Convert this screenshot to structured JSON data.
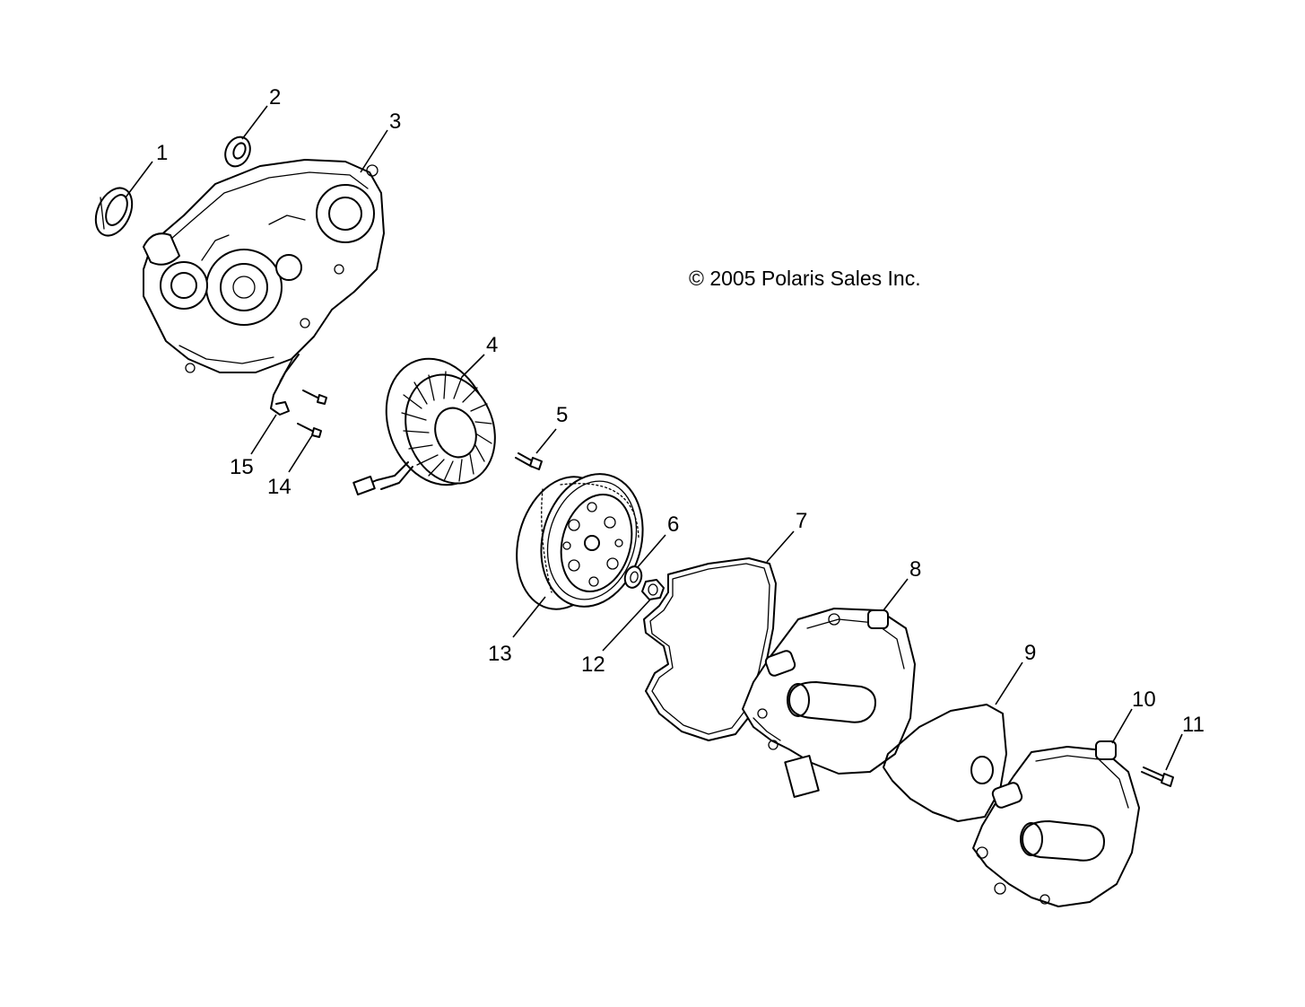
{
  "copyright": "© 2005 Polaris Sales Inc.",
  "callouts": [
    "1",
    "2",
    "3",
    "4",
    "5",
    "6",
    "7",
    "8",
    "9",
    "10",
    "11",
    "12",
    "13",
    "14",
    "15"
  ]
}
